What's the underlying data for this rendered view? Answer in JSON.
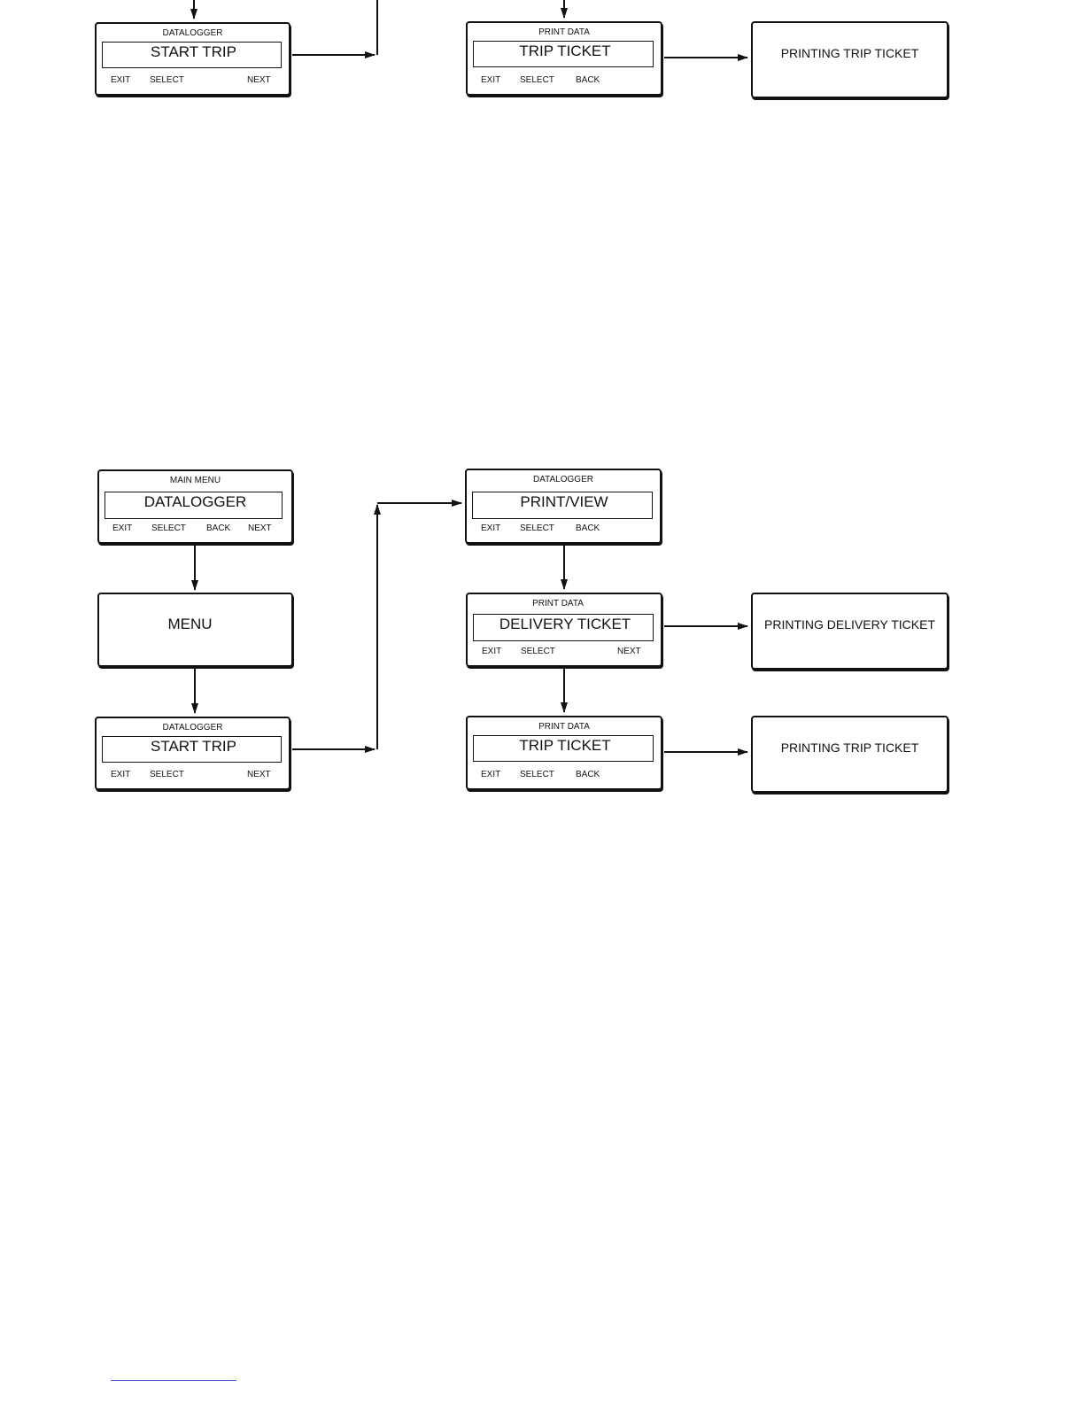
{
  "top_fragment": {
    "start_trip_screen": {
      "header": "DATALOGGER",
      "display": "START TRIP",
      "keys": {
        "exit": "EXIT",
        "select": "SELECT",
        "next": "NEXT"
      }
    },
    "trip_ticket_screen": {
      "header": "PRINT DATA",
      "display": "TRIP TICKET",
      "keys": {
        "exit": "EXIT",
        "select": "SELECT",
        "back": "BACK"
      }
    },
    "printing_trip_panel": {
      "text": "PRINTING TRIP TICKET"
    }
  },
  "flow": {
    "main_menu_screen": {
      "header": "MAIN MENU",
      "display": "DATALOGGER",
      "keys": {
        "exit": "EXIT",
        "select": "SELECT",
        "back": "BACK",
        "next": "NEXT"
      }
    },
    "menu_panel": {
      "text": "MENU"
    },
    "start_trip_screen": {
      "header": "DATALOGGER",
      "display": "START TRIP",
      "keys": {
        "exit": "EXIT",
        "select": "SELECT",
        "next": "NEXT"
      }
    },
    "print_view_screen": {
      "header": "DATALOGGER",
      "display": "PRINT/VIEW",
      "keys": {
        "exit": "EXIT",
        "select": "SELECT",
        "back": "BACK"
      }
    },
    "delivery_ticket_screen": {
      "header": "PRINT DATA",
      "display": "DELIVERY TICKET",
      "keys": {
        "exit": "EXIT",
        "select": "SELECT",
        "next": "NEXT"
      }
    },
    "trip_ticket_screen": {
      "header": "PRINT DATA",
      "display": "TRIP TICKET",
      "keys": {
        "exit": "EXIT",
        "select": "SELECT",
        "back": "BACK"
      }
    },
    "printing_delivery_panel": {
      "text": "PRINTING DELIVERY TICKET"
    },
    "printing_trip_panel": {
      "text": "PRINTING TRIP TICKET"
    }
  }
}
